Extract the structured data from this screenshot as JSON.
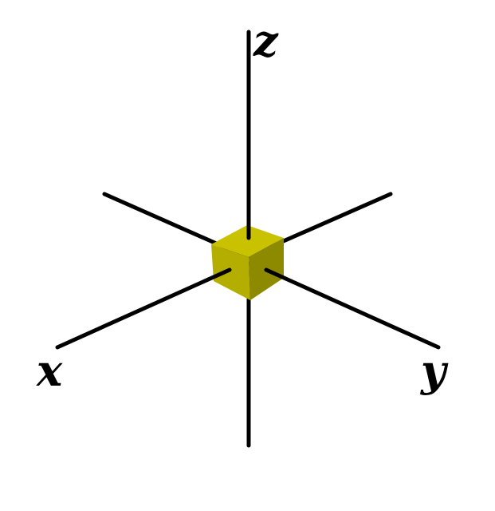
{
  "diagram": {
    "axes": {
      "x_label": "x",
      "y_label": "y",
      "z_label": "z"
    },
    "colors": {
      "axis": "#000000",
      "cube_top": "#c8c200",
      "cube_left": "#b4ae00",
      "cube_right": "#8e8a00",
      "label": "#000000"
    }
  }
}
